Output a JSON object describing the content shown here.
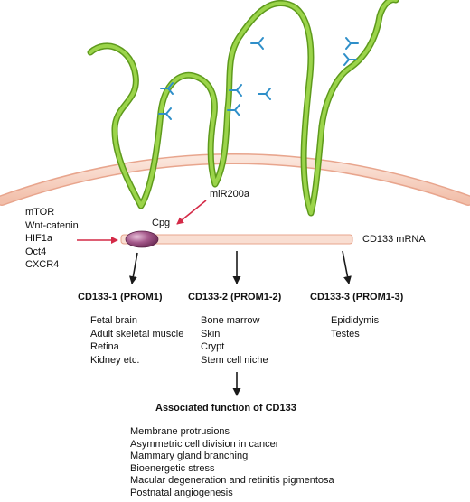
{
  "regulators": [
    "mTOR",
    "Wnt-catenin",
    "HIF1a",
    "Oct4",
    "CXCR4"
  ],
  "mirna_label": "miR200a",
  "cpg_label": "Cpg",
  "mrna_label": "CD133 mRNA",
  "isoforms": [
    {
      "title": "CD133-1 (PROM1)",
      "tissues": [
        "Fetal brain",
        "Adult skeletal muscle",
        "Retina",
        "Kidney etc."
      ]
    },
    {
      "title": "CD133-2 (PROM1-2)",
      "tissues": [
        "Bone marrow",
        "Skin",
        "Crypt",
        "Stem cell niche"
      ]
    },
    {
      "title": "CD133-3 (PROM1-3)",
      "tissues": [
        "Epididymis",
        "Testes"
      ]
    }
  ],
  "functions_title": "Associated function of CD133",
  "functions": [
    "Membrane protrusions",
    "Asymmetric cell division in cancer",
    "Mammary gland branching",
    "Bioenergetic stress",
    "Macular degeneration and retinitis pigmentosa",
    "Postnatal angiogenesis"
  ],
  "colors": {
    "membrane": "#f6d3c4",
    "membrane_edge": "#e8a58d",
    "protein": "#8fcd3c",
    "protein_dark": "#5e9a1c",
    "glycan": "#2f8fc9",
    "cpg": "#a65a8c",
    "red_arrow": "#d42a47",
    "black_arrow": "#1a1a1a"
  }
}
